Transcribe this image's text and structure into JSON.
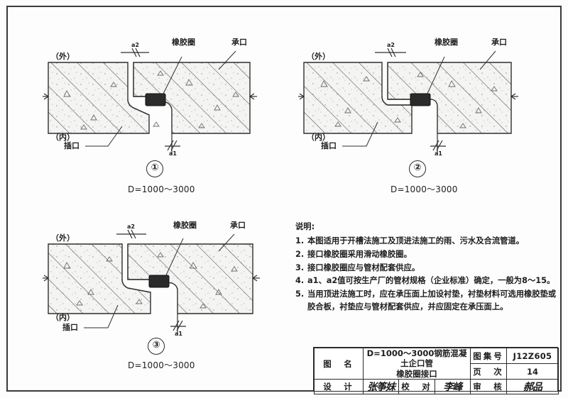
{
  "sheet": {
    "background_color": "#fdfdfd",
    "border_color": "#3a3a3a"
  },
  "figures": [
    {
      "id": "figure-1",
      "number": "①",
      "caption": "D=1000～3000",
      "labels": {
        "outer": "（外）",
        "inner": "（内）",
        "rubber_ring": "橡胶圈",
        "socket": "承口",
        "spigot": "插口",
        "dim_top": "a2",
        "dim_bottom": "a1"
      }
    },
    {
      "id": "figure-2",
      "number": "②",
      "caption": "D=1000～3000",
      "labels": {
        "outer": "（外）",
        "inner": "（内）",
        "rubber_ring": "橡胶圈",
        "socket": "承口",
        "spigot": "插口",
        "dim_top": "a2",
        "dim_bottom": "a1"
      }
    },
    {
      "id": "figure-3",
      "number": "③",
      "caption": "D=1000～3000",
      "labels": {
        "outer": "（外）",
        "inner": "（内）",
        "rubber_ring": "橡胶圈",
        "socket": "承口",
        "spigot": "插口",
        "dim_top": "a2",
        "dim_bottom": "a1"
      }
    }
  ],
  "notes": {
    "heading": "说明:",
    "items": [
      {
        "num": "1.",
        "text": "本图适用于开槽法施工及顶进法施工的雨、污水及合流管道。"
      },
      {
        "num": "2.",
        "text": "接口橡胶圈采用滑动橡胶圈。"
      },
      {
        "num": "3.",
        "text": "接口橡胶圈应与管材配套供应。"
      },
      {
        "num": "4.",
        "text": "a1、a2值可按生产厂的管材规格（企业标准）确定，一般为8～15。"
      },
      {
        "num": "5.",
        "text": "当用顶进法施工时，应在承压面上加设衬垫，衬垫材料可选用橡胶垫或胶合板，衬垫应与管材配套供应，并应固定在承压面上。"
      }
    ]
  },
  "title_block": {
    "drawing_name_label": "图　名",
    "drawing_name_line1": "D=1000～3000钢筋混凝土企口管",
    "drawing_name_line2": "橡胶圈接口",
    "atlas_no_label": "图集号",
    "atlas_no_value": "J12Z605",
    "page_label": "页　次",
    "page_value": "14",
    "design_label": "设　计",
    "design_signature": "张筝妹",
    "check_label": "校　对",
    "check_signature": "李峰",
    "review_label": "审　核",
    "review_signature": "郝品"
  }
}
